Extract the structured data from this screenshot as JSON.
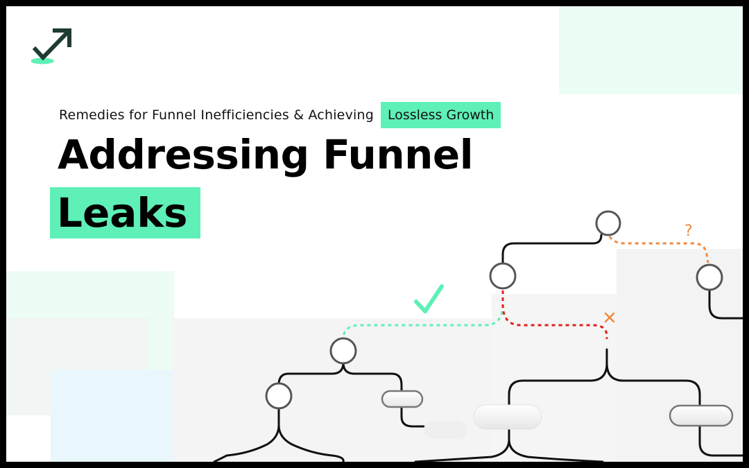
{
  "logo": {
    "icon": "trending-arrow-check-icon",
    "accent_color": "#5ef0b6"
  },
  "subtitle": {
    "text": "Remedies for Funnel Inefficiencies & Achieving",
    "highlight": "Lossless Growth"
  },
  "headline": {
    "line1": "Addressing Funnel",
    "line2": "Leaks"
  },
  "diagram": {
    "question_mark": "?",
    "cross_mark": "×",
    "colors": {
      "success": "#5ef0b6",
      "leak_red": "#e0201a",
      "uncertain_orange": "#f0883e",
      "line": "#111111",
      "node_border": "#555555"
    }
  }
}
